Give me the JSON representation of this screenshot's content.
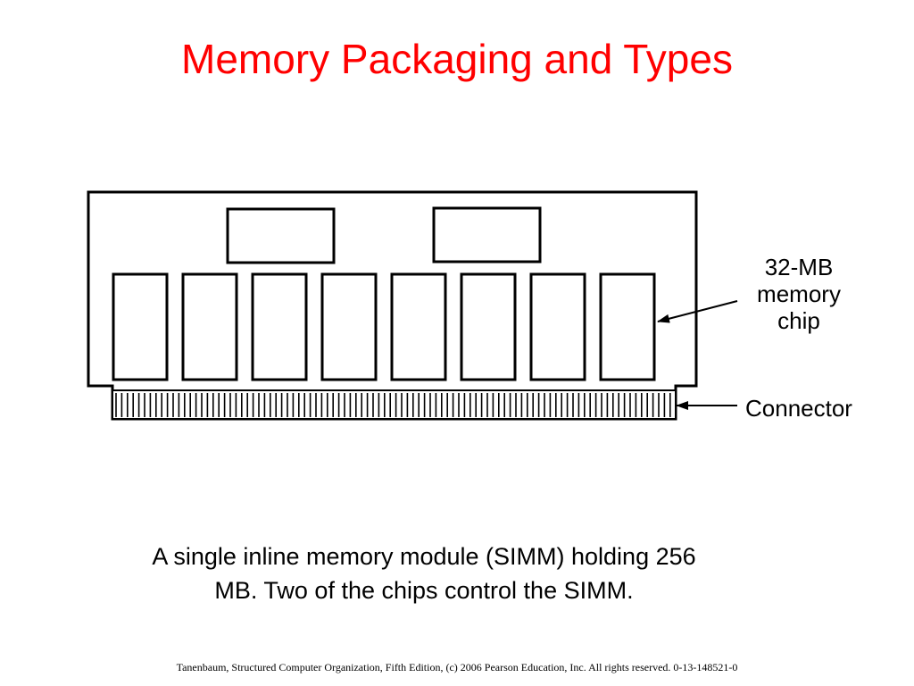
{
  "slide": {
    "title": "Memory Packaging and Types",
    "caption_line1": "A single inline memory module (SIMM) holding 256",
    "caption_line2": "MB.  Two of the chips control the SIMM.",
    "footer": "Tanenbaum, Structured Computer Organization, Fifth Edition, (c) 2006 Pearson Education, Inc. All rights reserved. 0-13-148521-0"
  },
  "diagram": {
    "chip_label_lines": [
      "32-MB",
      "memory",
      "chip"
    ],
    "connector_label": "Connector",
    "memory_chip_count": 8,
    "control_chip_count": 2,
    "colors": {
      "line": "#000000",
      "fill": "#ffffff",
      "title": "#ff0000"
    }
  }
}
